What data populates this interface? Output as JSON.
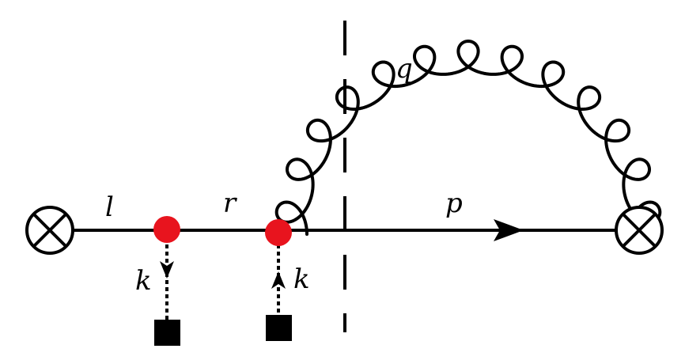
{
  "labels": {
    "l": "l",
    "r": "r",
    "p": "p",
    "q": "q",
    "k_left": "k",
    "k_right": "k"
  },
  "colors": {
    "line": "#000000",
    "vertex": "#e8141e",
    "source": "#000000",
    "background": "#ffffff"
  },
  "elements": {
    "vertices": 2,
    "external_sources": 2,
    "operator_insertions": 2,
    "gluon_loop_count": 13
  }
}
